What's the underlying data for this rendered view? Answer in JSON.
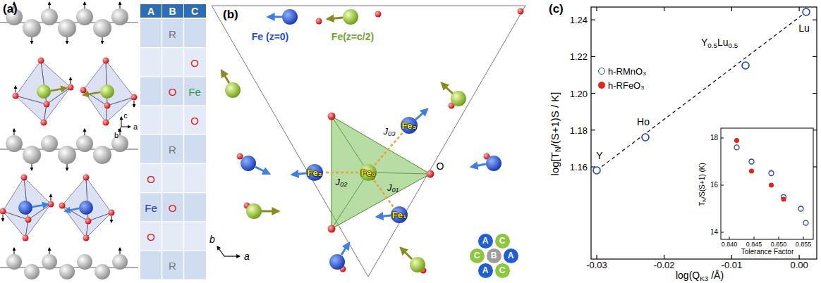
{
  "diagram": {
    "nodes": [
      {
        "text": [
          "A"
        ]
      },
      {
        "text": [
          "C"
        ]
      },
      {
        "text": [
          "C"
        ]
      },
      {
        "text": [
          "B"
        ]
      },
      {
        "text": [
          "A"
        ]
      },
      {
        "text": [
          "A"
        ]
      },
      {
        "text": [
          "C"
        ]
      }
    ],
    "labels": [
      "(a)",
      "A",
      "B",
      "C",
      "R",
      "O",
      "O",
      "Fe",
      "O",
      "R",
      "O",
      "Fe",
      "O",
      "O",
      "R",
      "c",
      "a",
      "b",
      "(b)",
      "Fe (z=0)",
      "Fe(z=c/2)",
      "Fe₀",
      "Fe₁",
      "Fe₂",
      "Fe₃",
      "J₀₁",
      "J₀₂",
      "J₀₃",
      "O",
      "b",
      "a",
      "(c)",
      "log[T",
      "N",
      "/(S+1)S / K]",
      "log(Q",
      "K3",
      "/Å)",
      "1.16",
      "1.18",
      "1.20",
      "1.22",
      "1.24",
      "-0.03",
      "-0.02",
      "-0.01",
      "0.00",
      "Y",
      "Ho",
      "Y",
      "0.5",
      "Lu",
      "0.5",
      "Lu",
      "T",
      "N",
      "/S(S+1) (K)",
      "18",
      "16",
      "14",
      "0.840",
      "0.845",
      "0.850",
      "0.855",
      "Tolerance Factor"
    ],
    "legend": [
      {
        "text": "h-RMnO₃"
      },
      {
        "text": "h-RFeO₃",
        "color": "#e3241b"
      }
    ]
  }
}
